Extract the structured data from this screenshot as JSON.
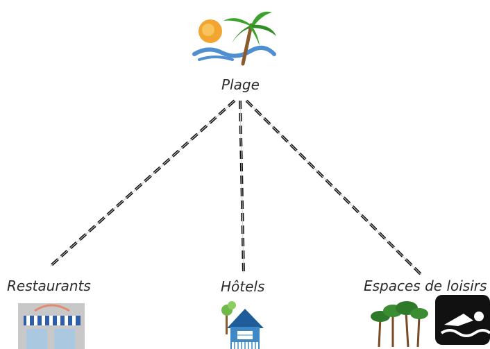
{
  "diagram": {
    "root": {
      "label": "Plage",
      "icon": "beach-palm-sun-icon"
    },
    "children": [
      {
        "label": "Restaurants",
        "icons": [
          "storefront-awning-icon"
        ]
      },
      {
        "label": "Hôtels",
        "icons": [
          "house-with-tree-icon"
        ]
      },
      {
        "label": "Espaces de loisirs",
        "icons": [
          "trees-icon",
          "swimming-icon"
        ]
      }
    ],
    "connector_style": "dashed",
    "colors": {
      "connector": "#111111",
      "text": "#2b2b2b",
      "sun": "#f2a531",
      "palm": "#3aa32a",
      "water": "#4f8fd1",
      "awning": "#2f5fa8",
      "house": "#3f88c5",
      "swim_bg": "#111111"
    }
  }
}
